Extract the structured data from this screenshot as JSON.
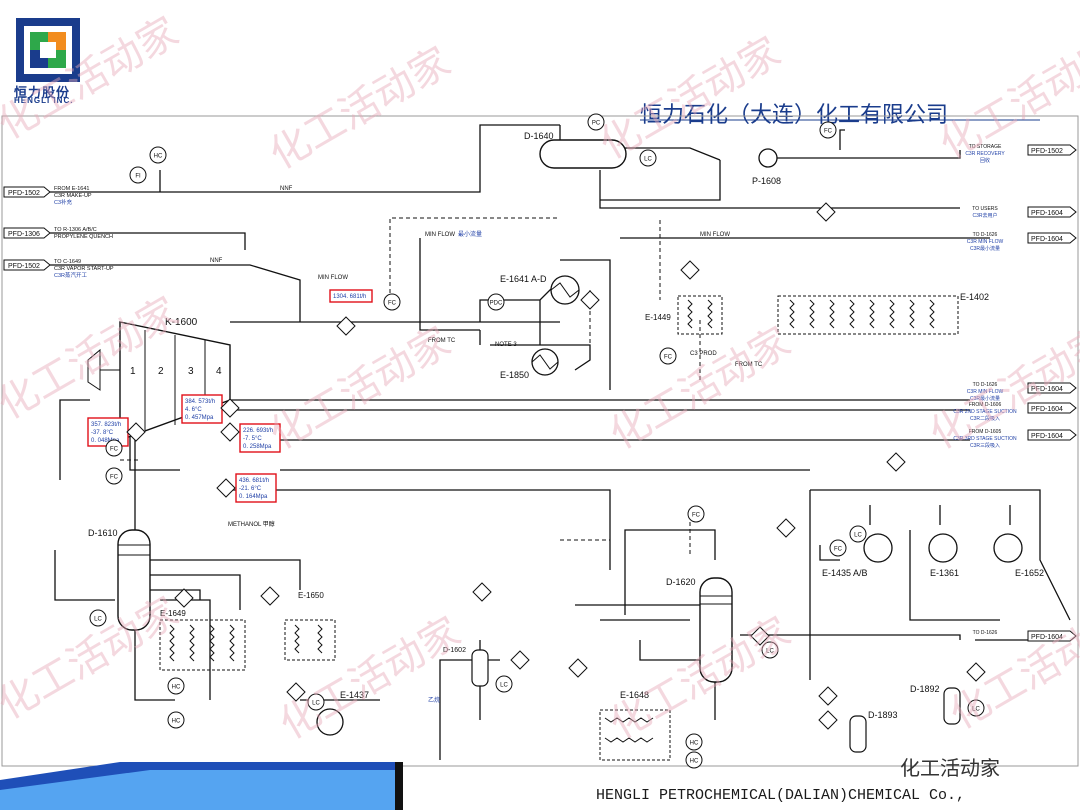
{
  "header": {
    "logo_cn": "恒力股份",
    "logo_en": "HENGLI INC.",
    "company_title": "恒力石化（大连）化工有限公司"
  },
  "footer": {
    "company_en": "HENGLI PETROCHEMICAL(DALIAN)CHEMICAL Co.,",
    "watermark": "化工活动家"
  },
  "watermark_text": "化工活动家",
  "equipment": {
    "compressor": "K-1600",
    "stages": [
      "1",
      "2",
      "3",
      "4"
    ],
    "drum_top": "D-1640",
    "pump_top": "P-1608",
    "exchanger_main": "E-1641 A-D",
    "exchanger_1850": "E-1850",
    "exchanger_1449": "E-1449",
    "exchanger_1402": "E-1402",
    "column_left": "D-1610",
    "column_mid": "D-1620",
    "exchanger_1649": "E-1649",
    "exchanger_1650": "E-1650",
    "exchanger_1437": "E-1437",
    "exchanger_1648": "E-1648",
    "exchanger_1435": "E-1435 A/B",
    "exchanger_1361": "E-1361",
    "exchanger_1652": "E-1652",
    "drum_1892": "D-1892",
    "drum_1893": "D-1893",
    "drum_1602": "D-1602"
  },
  "offpage_left": [
    {
      "tag": "PFD-1502",
      "line1": "FROM E-1641",
      "line2": "C3R MAKE-UP",
      "line3": "C3补充"
    },
    {
      "tag": "PFD-1306",
      "line1": "TO R-1306 A/B/C",
      "line2": "PROPYLENE QUENCH",
      "line3": ""
    },
    {
      "tag": "PFD-1502",
      "line1": "TO C-1649",
      "line2": "C3R VAPOR START-UP",
      "line3": "C3R蒸汽开工"
    }
  ],
  "offpage_right": [
    {
      "tag": "PFD-1502",
      "line1": "TO STORAGE",
      "line2": "C3R RECOVERY",
      "line3": "回收"
    },
    {
      "tag": "PFD-1604",
      "line1": "TO USERS",
      "line2": "C3R去用户",
      "line3": ""
    },
    {
      "tag": "PFD-1604",
      "line1": "TO D-1626",
      "line2": "C3R MIN FLOW",
      "line3": "C3R最小流量"
    },
    {
      "tag": "PFD-1604",
      "line1": "TO D-1626",
      "line2": "C3R MIN FLOW",
      "line3": "C3R最小流量"
    },
    {
      "tag": "PFD-1604",
      "line1": "FROM D-1606",
      "line2": "C3R 2ND STAGE SUCTION",
      "line3": "C3R二段吸入"
    },
    {
      "tag": "PFD-1604",
      "line1": "FROM D-1605",
      "line2": "C3R 3RD STAGE SUCTION",
      "line3": "C3R三段吸入"
    },
    {
      "tag": "PFD-1604",
      "line1": "TO D-1626",
      "line2": "",
      "line3": ""
    }
  ],
  "stream_boxes": [
    {
      "l1": "1304. 681t/h",
      "l2": "",
      "l3": ""
    },
    {
      "l1": "357. 823t/h",
      "l2": "-37. 8°C",
      "l3": "0. 048Mpa"
    },
    {
      "l1": "384. 573t/h",
      "l2": "4. 6°C",
      "l3": "0. 457Mpa"
    },
    {
      "l1": "226. 693t/h",
      "l2": "-7. 5°C",
      "l3": "0. 258Mpa"
    },
    {
      "l1": "436. 681t/h",
      "l2": "-21. 6°C",
      "l3": "0. 164Mpa"
    }
  ],
  "labels": {
    "min_flow": "MIN FLOW",
    "min_flow_cn": "最小流量",
    "nnf": "NNF",
    "methanol": "METHANOL 甲醇",
    "ethane": "乙烷",
    "c3_prod": "C3 PROD",
    "from_tc": "FROM TC",
    "note3": "NOTE 3"
  },
  "instruments": [
    "PC",
    "LC",
    "FC",
    "FI",
    "HC",
    "PDC"
  ],
  "colors": {
    "line": "#111111",
    "blue_text": "#1f3fa6",
    "stream_box": "#e0101a",
    "watermark": "#e6a9b8",
    "footer_band": "#2e6fd6",
    "logo_blue": "#1a3c8c",
    "logo_orange": "#f28c1e",
    "logo_green": "#2ea84a"
  }
}
